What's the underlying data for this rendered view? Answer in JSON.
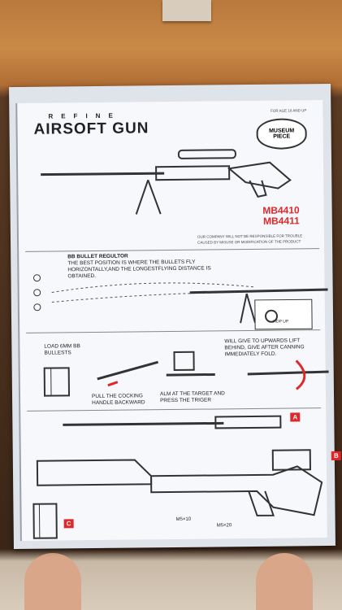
{
  "sheet": {
    "brand": "REFINE",
    "title": "AIRSOFT GUN",
    "top_right_note": "FOR AGE 18 AND UP",
    "badge": "MUSEUM PIECE",
    "models": [
      "MB4410",
      "MB4411"
    ],
    "disclaimer_1": "OUR COMPANY WILL NOT BE RESPONSIBLE FOR TROUBLE",
    "disclaimer_2": "CAUSED BY MISUSE OR MODIFICATION OF THE PRODUCT"
  },
  "regulator": {
    "heading": "BB BULLET REGULTOR",
    "text": "THE BEST POSITION IS WHERE THE BULLETS FLY HORIZONTALLY,AND THE LONGESTFLYING DISTANCE IS OBTAINED.",
    "hop_up": "HOP UP"
  },
  "steps": {
    "load": "LOAD 6MM BB BULLESTS",
    "pull": "PULL THE COCKING HANDLE BACKWARD",
    "aim": "ALM AT THE TARGET AND PRESS THE TRIGER",
    "upwards": "WILL GIVE TO UPWARDS LIFT BEHIND, GIVE AFTER CANNING IMMEDIATELY FOLD."
  },
  "parts": {
    "label_a": "A",
    "label_b": "B",
    "label_c": "C",
    "screw_1": "M5×10",
    "screw_2": "M5×20"
  },
  "colors": {
    "accent_red": "#e0282a",
    "paper": "#f7f8fb"
  }
}
